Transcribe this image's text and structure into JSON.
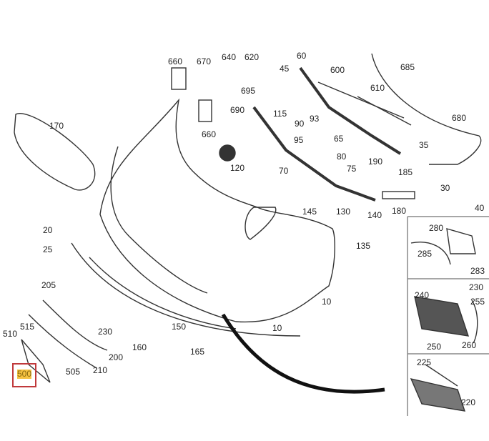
{
  "diagram": {
    "highlight_color": "#f5c242",
    "highlight_box_color": "#c0393b",
    "part_labels": [
      "660",
      "670",
      "640",
      "620",
      "60",
      "45",
      "600",
      "685",
      "610",
      "695",
      "690",
      "660",
      "115",
      "90",
      "93",
      "680",
      "170",
      "95",
      "65",
      "35",
      "80",
      "75",
      "190",
      "120",
      "70",
      "185",
      "30",
      "40",
      "145",
      "130",
      "140",
      "180",
      "280",
      "20",
      "25",
      "285",
      "135",
      "283",
      "205",
      "230",
      "240",
      "255",
      "10",
      "150",
      "230",
      "10",
      "515",
      "510",
      "160",
      "165",
      "200",
      "250",
      "260",
      "225",
      "505",
      "210",
      "500",
      "220"
    ],
    "highlighted_part": "500"
  }
}
